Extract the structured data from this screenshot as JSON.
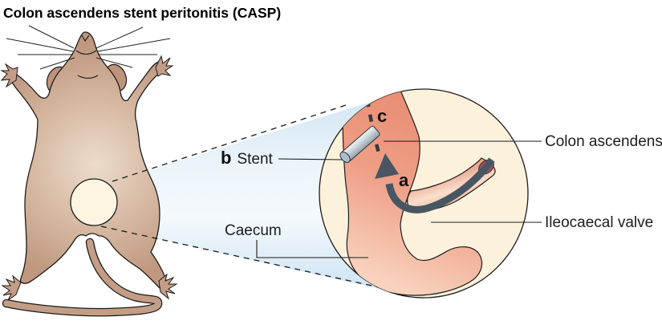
{
  "figure": {
    "title": "Colon ascendens stent peritonitis (CASP)",
    "panel_markers": {
      "a": "a",
      "b": "b",
      "c": "c"
    },
    "labels": {
      "stent": "Stent",
      "caecum": "Caecum",
      "colon_ascendens": "Colon ascendens",
      "ileocaecal_valve": "Ileocaecal valve"
    },
    "colors": {
      "mouse_body": "#c49d86",
      "mouse_body_light": "#ecdccb",
      "ear": "#bd947c",
      "belly_window": "#fdf5e2",
      "cone_blue": "#cfe4f3",
      "magnifier_background": "#fcf2dc",
      "bowel_salmon": "#ec9a82",
      "bowel_light": "#f8d2bd",
      "valve_maroon": "#a3525b",
      "arrow_slate": "#475662",
      "stent_grey": "#c9d3d8",
      "outline": "#1b1b1b"
    }
  }
}
